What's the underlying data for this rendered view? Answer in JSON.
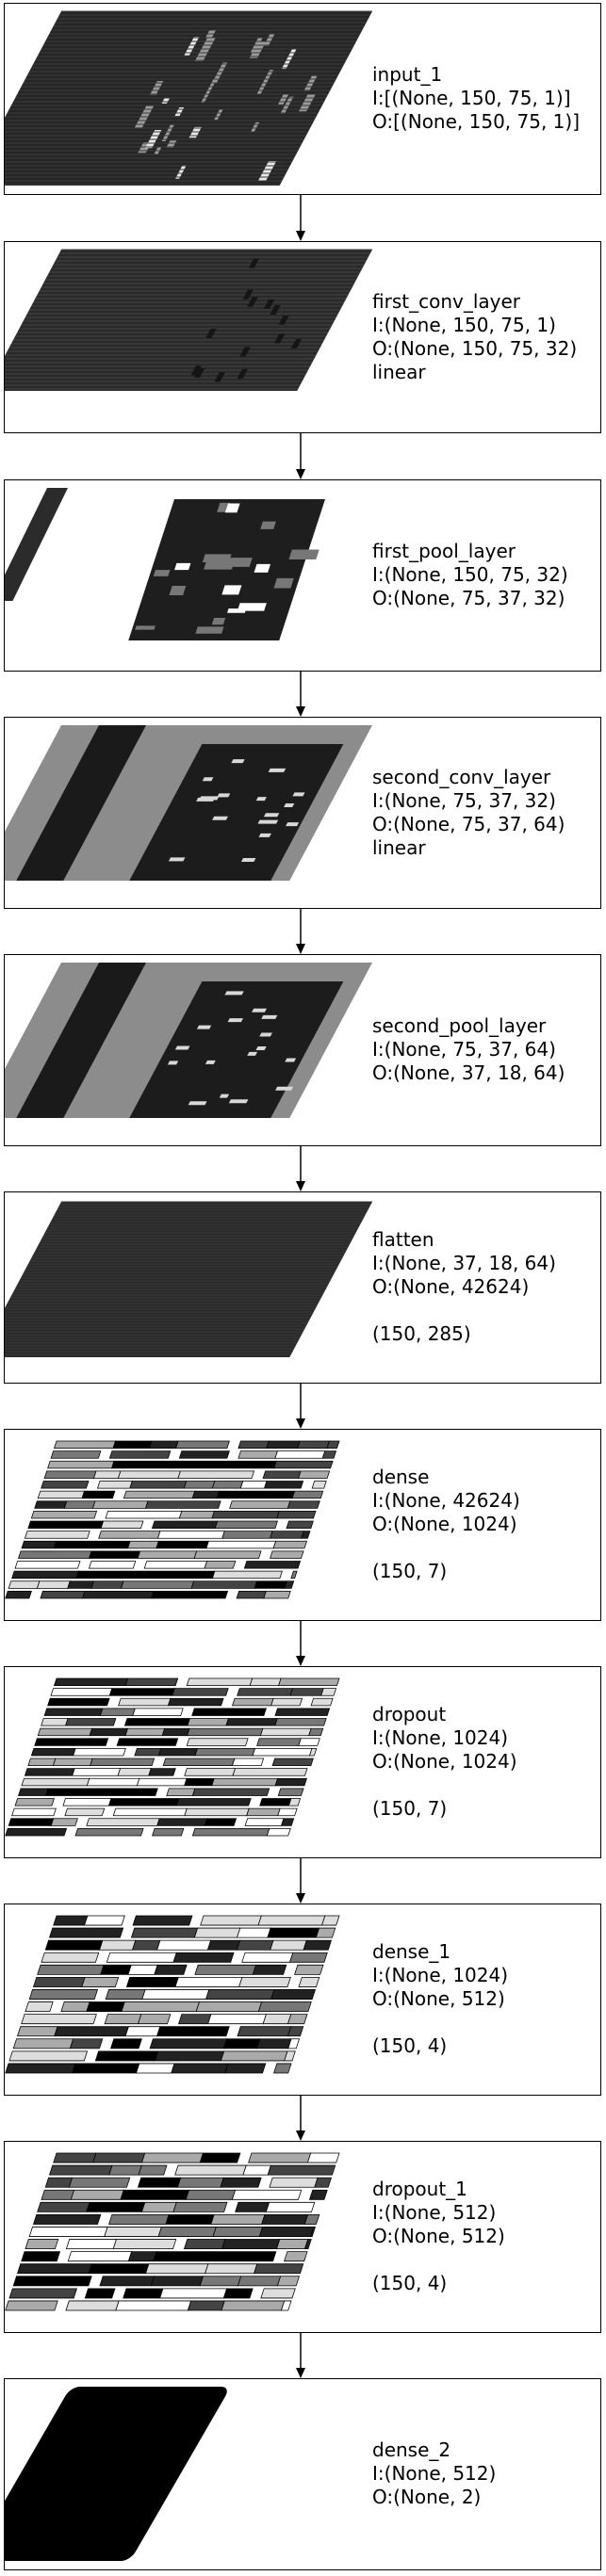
{
  "layers": [
    {
      "name": "input_1",
      "input": "I:[(None, 150, 75, 1)]",
      "output": "O:[(None, 150, 75, 1)]",
      "activation": "",
      "shape": "",
      "visual": "dense-dark-grid-with-bright-columns"
    },
    {
      "name": "first_conv_layer",
      "input": "I:(None, 150, 75, 1)",
      "output": "O:(None, 150, 75, 32)",
      "activation": "linear",
      "shape": "",
      "visual": "dark-grid"
    },
    {
      "name": "first_pool_layer",
      "input": "I:(None, 150, 75, 32)",
      "output": "O:(None, 75, 37, 32)",
      "activation": "",
      "shape": "",
      "visual": "narrow-strip-and-block"
    },
    {
      "name": "second_conv_layer",
      "input": "I:(None, 75, 37, 32)",
      "output": "O:(None, 75, 37, 64)",
      "activation": "linear",
      "shape": "",
      "visual": "grey-plane-dark-regions"
    },
    {
      "name": "second_pool_layer",
      "input": "I:(None, 75, 37, 64)",
      "output": "O:(None, 37, 18, 64)",
      "activation": "",
      "shape": "",
      "visual": "grey-plane-dark-regions"
    },
    {
      "name": "flatten",
      "input": "I:(None, 37, 18, 64)",
      "output": "O:(None, 42624)",
      "activation": "",
      "shape": "(150, 285)",
      "visual": "uniform-dark-plane"
    },
    {
      "name": "dense",
      "input": "I:(None, 42624)",
      "output": "O:(None, 1024)",
      "activation": "",
      "shape": "(150, 7)",
      "visual": "striped-bars"
    },
    {
      "name": "dropout",
      "input": "I:(None, 1024)",
      "output": "O:(None, 1024)",
      "activation": "",
      "shape": "(150, 7)",
      "visual": "striped-bars"
    },
    {
      "name": "dense_1",
      "input": "I:(None, 1024)",
      "output": "O:(None, 512)",
      "activation": "",
      "shape": "(150, 4)",
      "visual": "striped-bars"
    },
    {
      "name": "dropout_1",
      "input": "I:(None, 512)",
      "output": "O:(None, 512)",
      "activation": "",
      "shape": "(150, 4)",
      "visual": "striped-bars"
    },
    {
      "name": "dense_2",
      "input": "I:(None, 512)",
      "output": "O:(None, 2)",
      "activation": "",
      "shape": "",
      "visual": "solid-black-plane"
    }
  ]
}
